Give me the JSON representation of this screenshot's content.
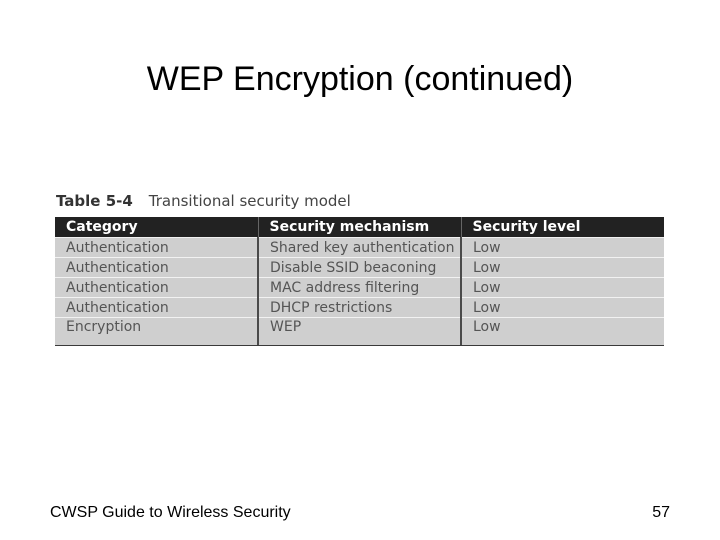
{
  "slide": {
    "title": "WEP Encryption (continued)"
  },
  "table": {
    "caption_number": "Table 5-4",
    "caption_title": "Transitional security model",
    "headers": [
      "Category",
      "Security mechanism",
      "Security level"
    ],
    "rows": [
      [
        "Authentication",
        "Shared key authentication",
        "Low"
      ],
      [
        "Authentication",
        "Disable SSID beaconing",
        "Low"
      ],
      [
        "Authentication",
        "MAC address filtering",
        "Low"
      ],
      [
        "Authentication",
        "DHCP restrictions",
        "Low"
      ],
      [
        "Encryption",
        "WEP",
        "Low"
      ]
    ]
  },
  "footer": {
    "left": "CWSP Guide to Wireless Security",
    "page_number": "57"
  },
  "colors": {
    "header_bg": "#222222",
    "row_bg": "#cfcfcf"
  }
}
